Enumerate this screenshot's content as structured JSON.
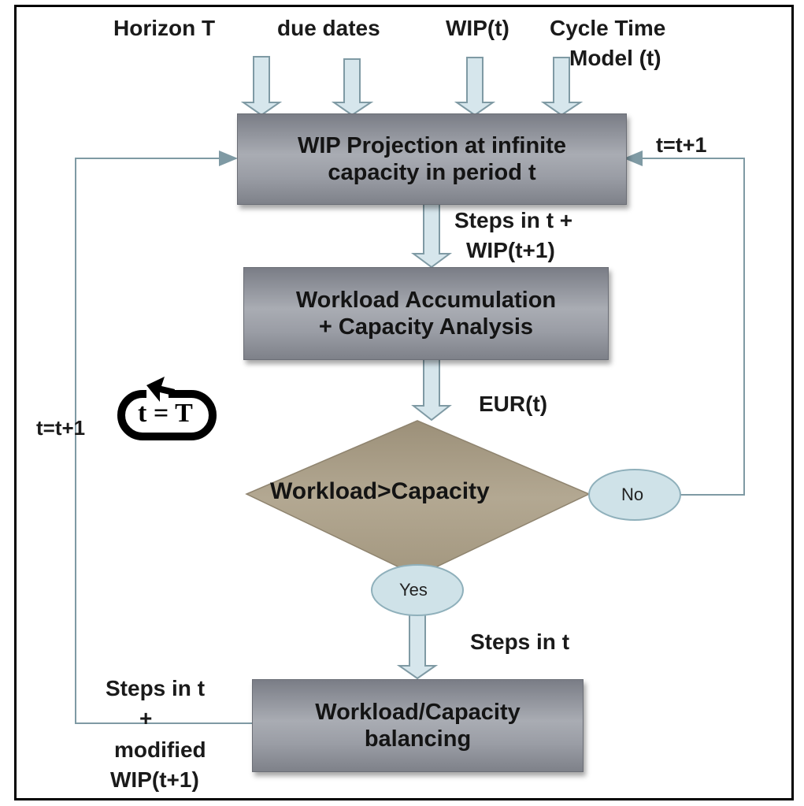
{
  "diagram": {
    "inputs": {
      "horizon": "Horizon T",
      "due_dates": "due dates",
      "wip": "WIP(t)",
      "cycle_time_line1": "Cycle Time",
      "cycle_time_line2": "Model (t)"
    },
    "boxes": {
      "projection_line1": "WIP Projection at infinite",
      "projection_line2": "capacity in period t",
      "accumulation_line1": "Workload Accumulation",
      "accumulation_line2": "+ Capacity Analysis",
      "balancing_line1": "Workload/Capacity",
      "balancing_line2": "balancing"
    },
    "decision": {
      "label": "Workload>Capacity",
      "no": "No",
      "yes": "Yes"
    },
    "edge_labels": {
      "steps_wip_line1": "Steps in t +",
      "steps_wip_line2": "WIP(t+1)",
      "eur": "EUR(t)",
      "steps_in_t": "Steps in t",
      "loop_right": "t=t+1",
      "loop_left": "t=t+1",
      "modified_line1": "Steps in t",
      "modified_line2": "+",
      "modified_line3": "modified",
      "modified_line4": "WIP(t+1)"
    },
    "loop_icon": {
      "label": "t = T"
    },
    "colors": {
      "box_gray": "#9a9da5",
      "diamond_tan": "#a89c86",
      "ellipse_blue": "#cfe2e8",
      "arrow_fill": "#d6e6ec",
      "arrow_stroke": "#7f9aa4",
      "connector": "#7f9aa4"
    }
  }
}
